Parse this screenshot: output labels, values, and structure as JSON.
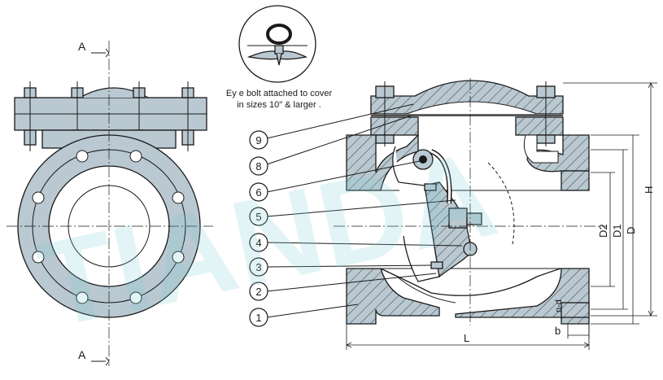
{
  "watermark": "TIANDA",
  "section_marks": [
    "A",
    "A"
  ],
  "note": {
    "line1": "Ey e bolt attached to cover",
    "line2": "in sizes 10\" & larger ."
  },
  "callouts": [
    "9",
    "8",
    "6",
    "5",
    "4",
    "3",
    "2",
    "1"
  ],
  "dimensions": {
    "H": "H",
    "D": "D",
    "D1": "D1",
    "D2": "D2",
    "L": "L",
    "nd": "n-d",
    "b": "b"
  }
}
